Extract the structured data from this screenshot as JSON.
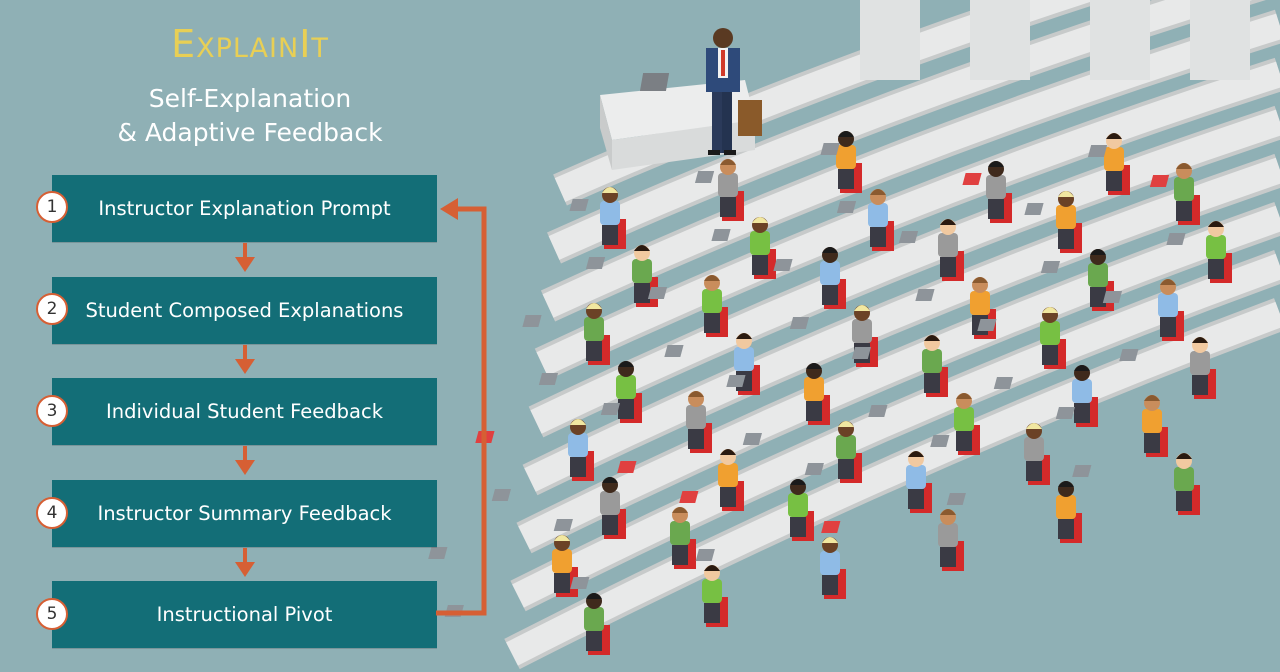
{
  "title": "ExplainIt",
  "subtitle_line1": "Self-Explanation",
  "subtitle_line2": "& Adaptive Feedback",
  "steps": [
    {
      "number": "1",
      "label": "Instructor Explanation Prompt"
    },
    {
      "number": "2",
      "label": "Student Composed Explanations"
    },
    {
      "number": "3",
      "label": "Individual Student Feedback"
    },
    {
      "number": "4",
      "label": "Instructor Summary Feedback"
    },
    {
      "number": "5",
      "label": "Instructional Pivot"
    }
  ],
  "colors": {
    "background": "#8fb0b5",
    "step_box": "#136e77",
    "arrow": "#d65f34",
    "title": "#e8cf55",
    "desk": "#e8e9e9",
    "chair": "#d42a2a"
  }
}
